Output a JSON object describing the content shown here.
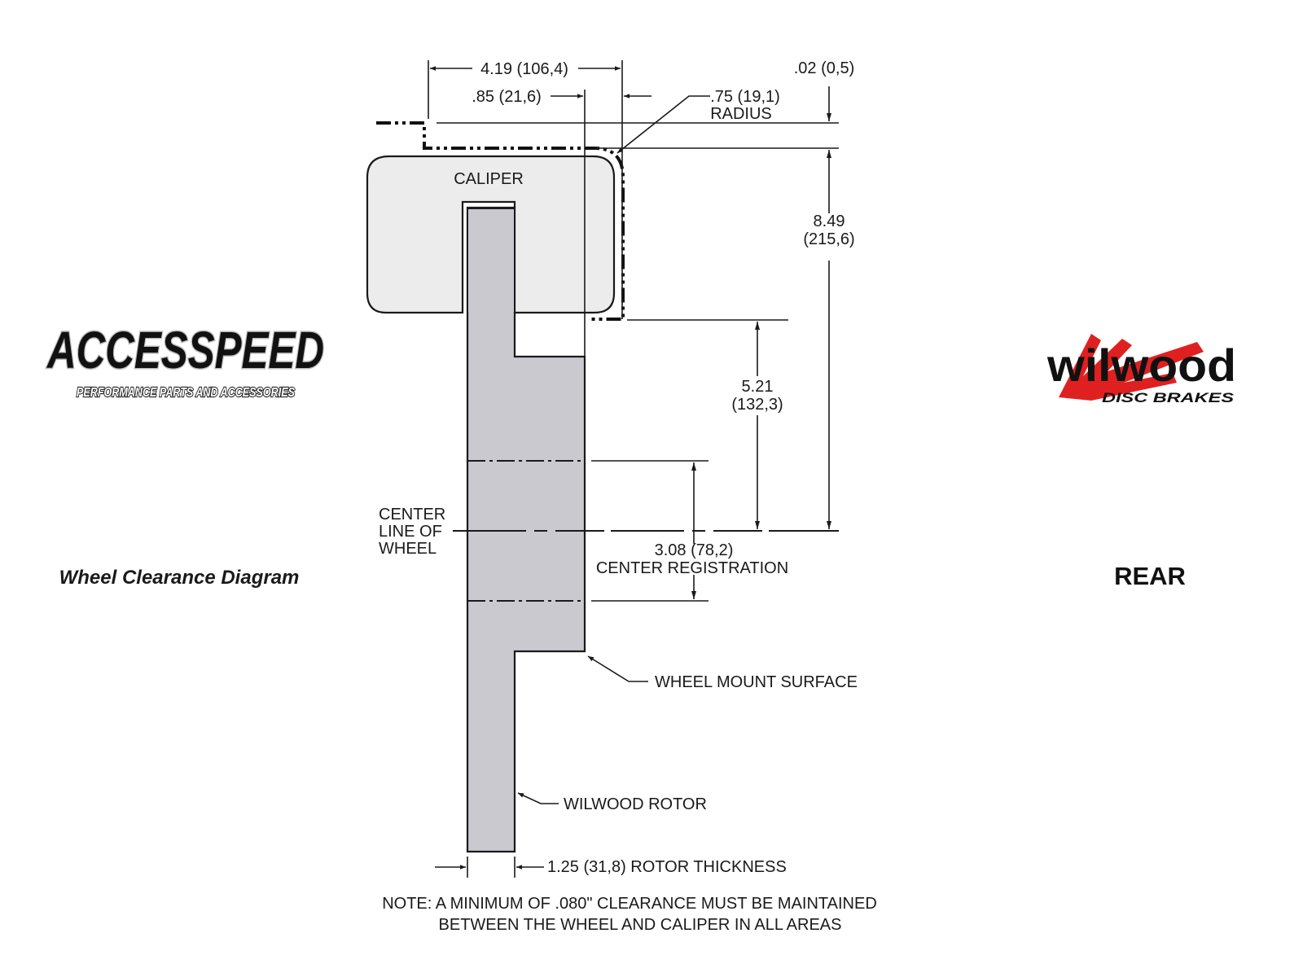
{
  "brand_left": {
    "logo_text": "ACCESSPEED",
    "logo_tagline": "PERFORMANCE PARTS AND ACCESSORIES",
    "caption": "Wheel Clearance Diagram"
  },
  "brand_right": {
    "logo_text": "wilwood",
    "logo_tagline": "DISC BRAKES",
    "caption": "REAR",
    "accent_color": "#e02020"
  },
  "diagram": {
    "caliper_label": "CALIPER",
    "dim_overall_width": "4.19 (106,4)",
    "dim_offset": ".85 (21,6)",
    "dim_top_clearance": ".02 (0,5)",
    "dim_radius_value": ".75 (19,1)",
    "dim_radius_label": "RADIUS",
    "dim_height_top_value": "8.49",
    "dim_height_top_metric": "(215,6)",
    "dim_height_mid_value": "5.21",
    "dim_height_mid_metric": "(132,3)",
    "dim_center_reg_value": "3.08 (78,2)",
    "dim_center_reg_label": "CENTER REGISTRATION",
    "centerline_label": [
      "CENTER",
      "LINE OF",
      "WHEEL"
    ],
    "wheel_mount_label": "WHEEL MOUNT SURFACE",
    "rotor_label": "WILWOOD ROTOR",
    "rotor_thickness_label": "1.25 (31,8) ROTOR THICKNESS",
    "note_line_1": "NOTE: A MINIMUM OF .080\" CLEARANCE MUST BE MAINTAINED",
    "note_line_2": "BETWEEN THE WHEEL AND CALIPER IN ALL AREAS",
    "colors": {
      "caliper_fill": "#ececec",
      "rotor_fill": "#c9c9cf",
      "ink": "#1a1a1a"
    }
  }
}
